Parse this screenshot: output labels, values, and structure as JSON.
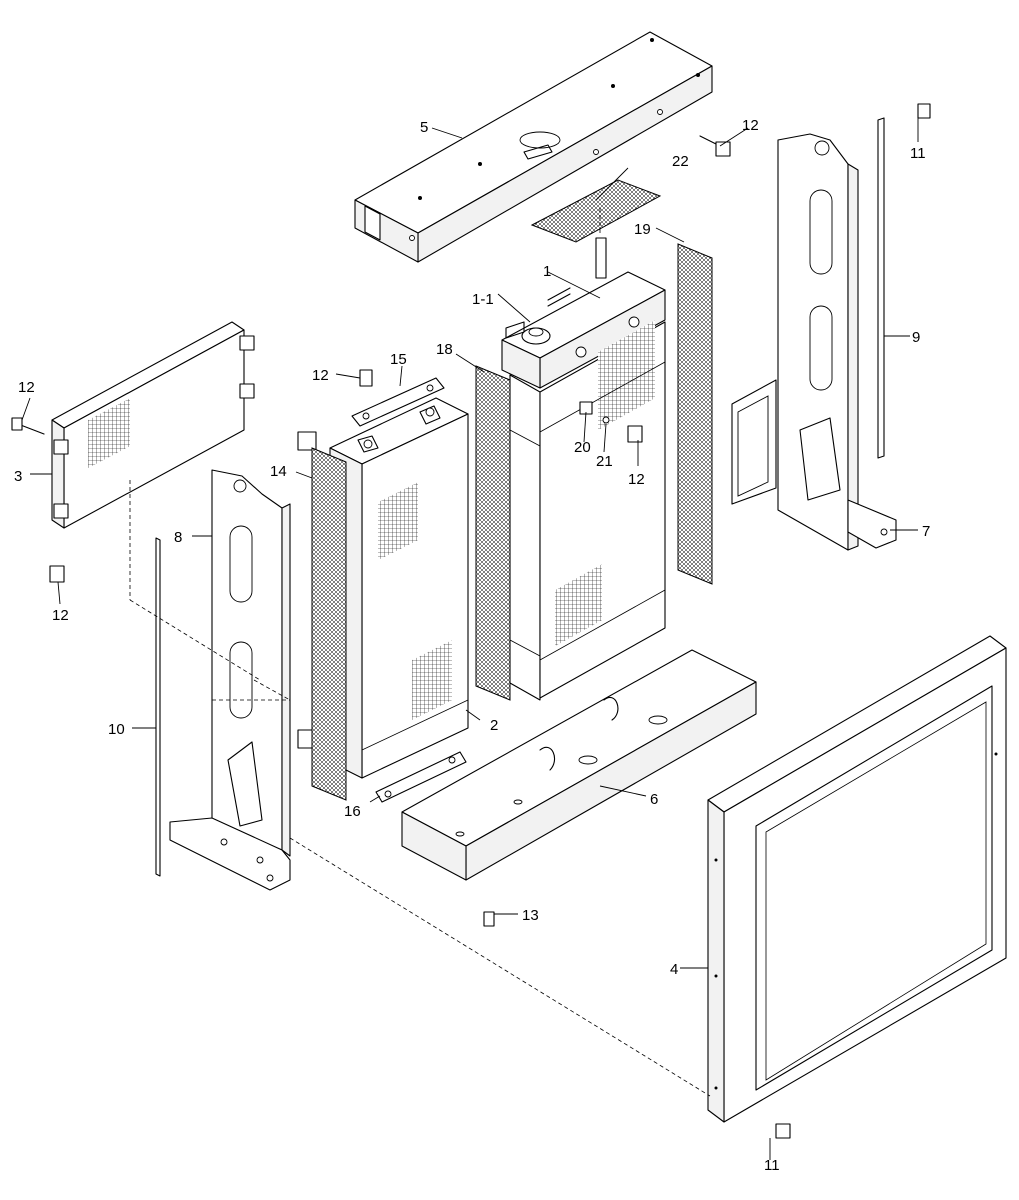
{
  "diagram": {
    "callouts": [
      {
        "id": "c1",
        "text": "1"
      },
      {
        "id": "c1-1",
        "text": "1-1"
      },
      {
        "id": "c2",
        "text": "2"
      },
      {
        "id": "c3",
        "text": "3"
      },
      {
        "id": "c4",
        "text": "4"
      },
      {
        "id": "c5",
        "text": "5"
      },
      {
        "id": "c6",
        "text": "6"
      },
      {
        "id": "c7",
        "text": "7"
      },
      {
        "id": "c8",
        "text": "8"
      },
      {
        "id": "c9",
        "text": "9"
      },
      {
        "id": "c10",
        "text": "10"
      },
      {
        "id": "c11a",
        "text": "11"
      },
      {
        "id": "c11b",
        "text": "11"
      },
      {
        "id": "c12a",
        "text": "12"
      },
      {
        "id": "c12b",
        "text": "12"
      },
      {
        "id": "c12c",
        "text": "12"
      },
      {
        "id": "c12d",
        "text": "12"
      },
      {
        "id": "c12e",
        "text": "12"
      },
      {
        "id": "c13",
        "text": "13"
      },
      {
        "id": "c14",
        "text": "14"
      },
      {
        "id": "c15",
        "text": "15"
      },
      {
        "id": "c16",
        "text": "16"
      },
      {
        "id": "c18",
        "text": "18"
      },
      {
        "id": "c19",
        "text": "19"
      },
      {
        "id": "c20",
        "text": "20"
      },
      {
        "id": "c21",
        "text": "21"
      },
      {
        "id": "c22",
        "text": "22"
      }
    ]
  }
}
